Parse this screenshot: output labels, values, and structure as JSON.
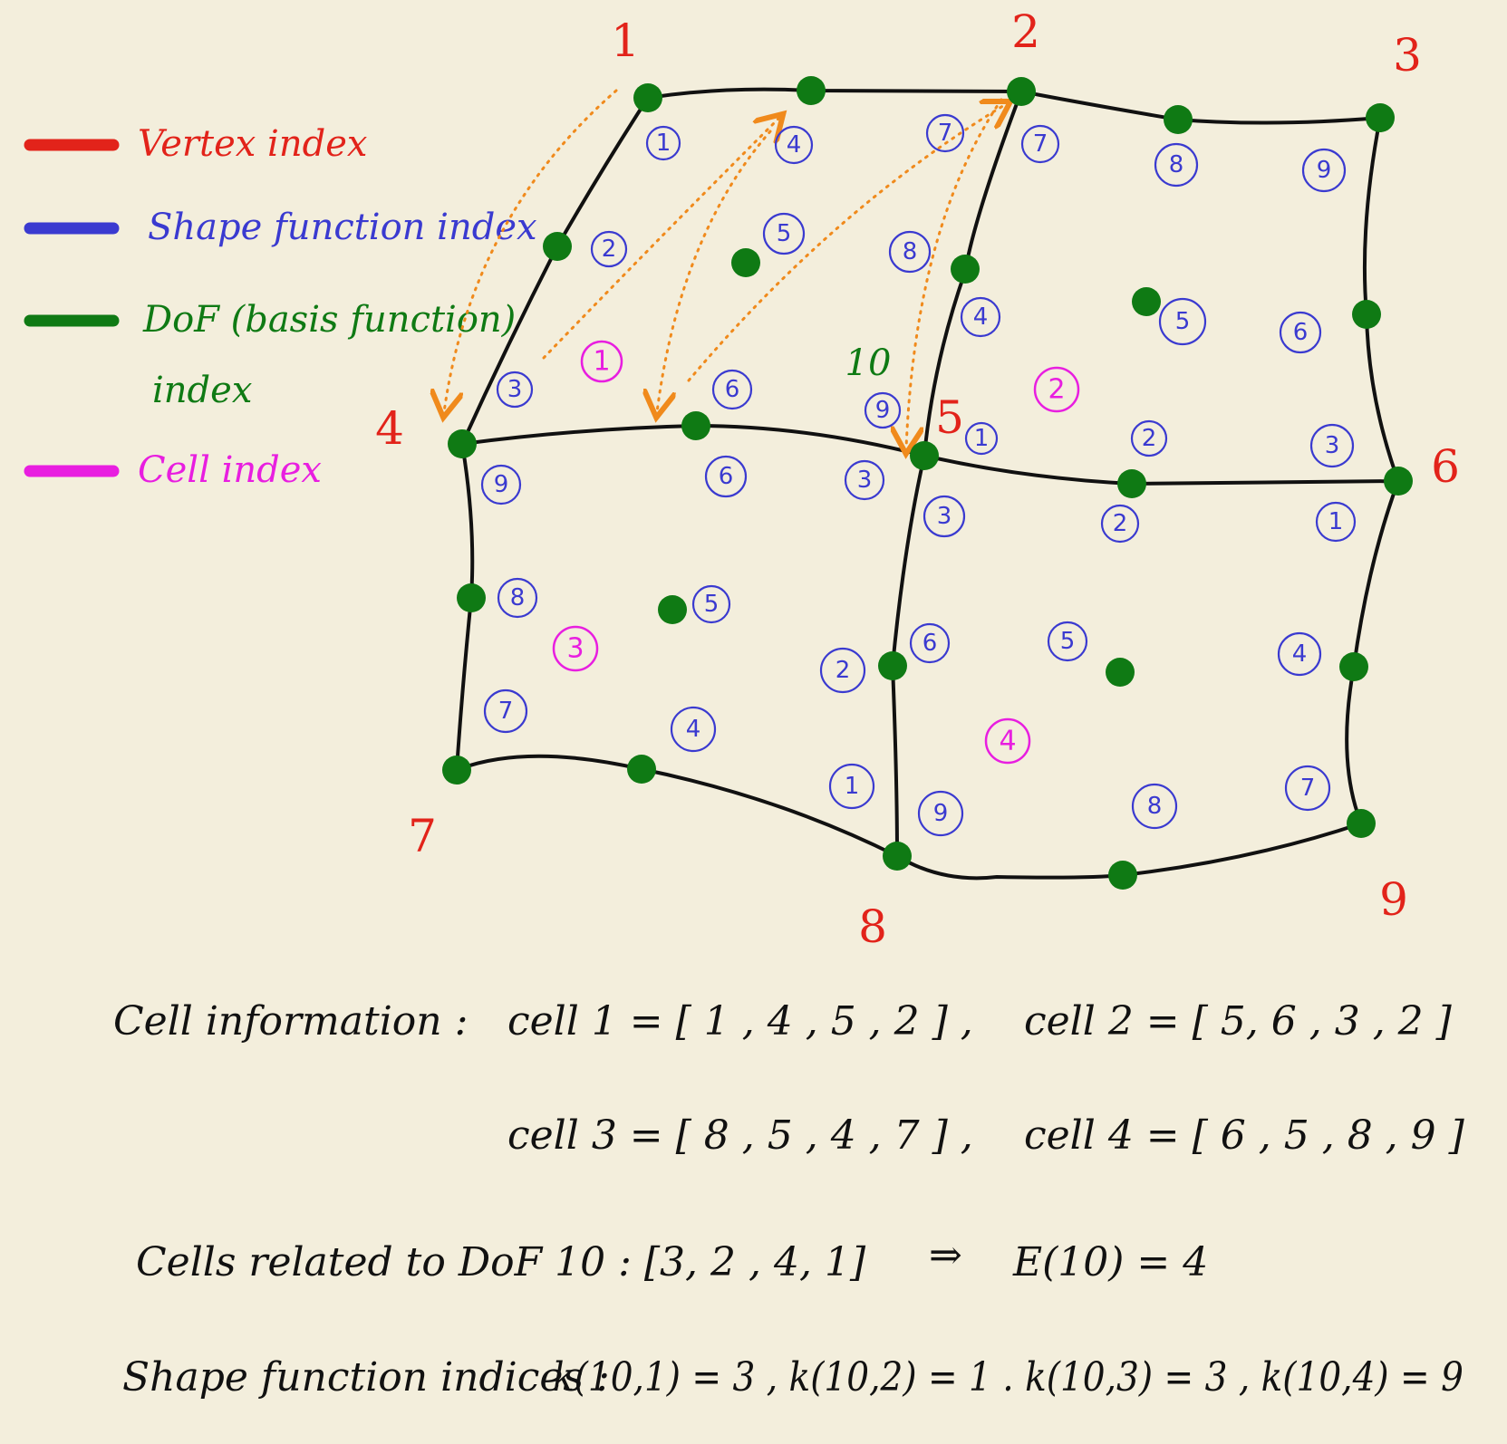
{
  "legend": [
    {
      "label": "Vertex index",
      "color": "#e2231a"
    },
    {
      "label": "Shape function index",
      "color": "#3a3ad0"
    },
    {
      "label": "DoF (basis function)",
      "label2": "index",
      "color": "#0f7a14"
    },
    {
      "label": "Cell index",
      "color": "#e81ee0"
    }
  ],
  "vertices": [
    "1",
    "2",
    "3",
    "4",
    "5",
    "6",
    "7",
    "8",
    "9"
  ],
  "dof_label": "10",
  "cells": [
    "1",
    "2",
    "3",
    "4"
  ],
  "shape_functions": {
    "cell1": [
      "1",
      "2",
      "3",
      "4",
      "5",
      "6",
      "7",
      "8",
      "9"
    ],
    "cell2": [
      "1",
      "2",
      "3",
      "4",
      "5",
      "6",
      "7",
      "8",
      "9"
    ],
    "cell3": [
      "1",
      "2",
      "3",
      "4",
      "5",
      "6",
      "7",
      "8",
      "9"
    ],
    "cell4": [
      "1",
      "2",
      "3",
      "4",
      "5",
      "6",
      "7",
      "8",
      "9"
    ]
  },
  "info": {
    "cell_info_label": "Cell information :",
    "cell1": "cell 1 = [ 1 , 4 , 5 , 2 ] ,",
    "cell2": "cell 2 = [ 5, 6 , 3 , 2 ]",
    "cell3": "cell 3 = [ 8 , 5 , 4 , 7 ] ,",
    "cell4": "cell 4 = [ 6 , 5 , 8 , 9 ]",
    "related": "Cells related to DoF 10 :   [3, 2 , 4, 1]",
    "arrow": "⇒",
    "E": "E(10) = 4",
    "shape_label": "Shape function indices :",
    "k": "k(10,1) = 3 ,  k(10,2) = 1 .  k(10,3) = 3 ,  k(10,4) = 9"
  }
}
